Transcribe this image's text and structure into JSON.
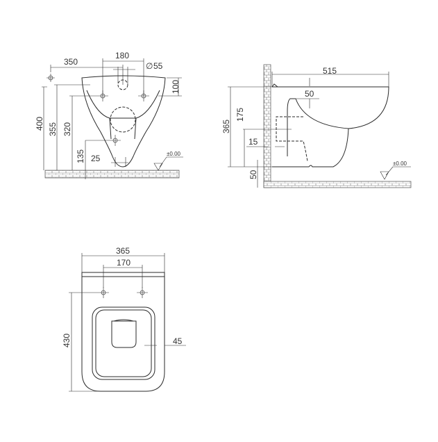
{
  "front_view": {
    "dims": {
      "width_350": "350",
      "spacing_180": "180",
      "diameter_55": "55",
      "height_100": "100",
      "height_400": "400",
      "height_355": "355",
      "height_320": "320",
      "height_135": "135",
      "offset_25": "25"
    },
    "diameter_symbol": "∅",
    "level": "±0.00"
  },
  "side_view": {
    "dims": {
      "length_515": "515",
      "depth_50": "50",
      "height_365": "365",
      "height_175": "175",
      "gap_15": "15",
      "height_50": "50"
    },
    "level": "±0.00"
  },
  "bottom_view": {
    "dims": {
      "width_365": "365",
      "spacing_170": "170",
      "length_430": "430",
      "offset_45": "45"
    }
  }
}
